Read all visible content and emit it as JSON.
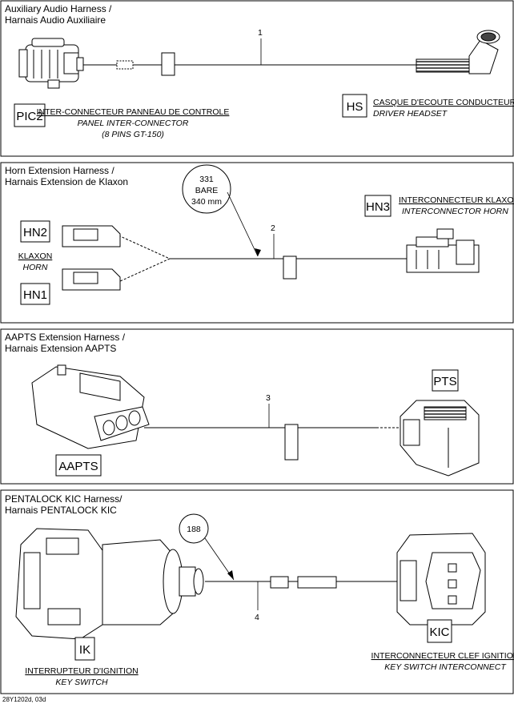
{
  "footer": "28Y1202d, 03d",
  "panels": [
    {
      "title_line1": "Auxiliary Audio Harness /",
      "title_line2": "Harnais Audio Auxiliaire",
      "item_number": "1",
      "connectors": [
        {
          "code": "PIC2",
          "label_fr": "INTER-CONNECTEUR PANNEAU DE CONTROLE",
          "label_en": "PANEL INTER-CONNECTOR",
          "label_extra": "(8 PINS GT-150)"
        },
        {
          "code": "HS",
          "label_fr": "CASQUE D'ECOUTE CONDUCTEUR",
          "label_en": "DRIVER HEADSET"
        }
      ]
    },
    {
      "title_line1": "Horn Extension Harness /",
      "title_line2": "Harnais Extension de Klaxon",
      "item_number": "2",
      "callout_line1": "331",
      "callout_line2": "BARE",
      "callout_line3": "340 mm",
      "connectors": [
        {
          "code": "HN2"
        },
        {
          "code": "HN1"
        },
        {
          "code": "HN3",
          "label_fr": "INTERCONNECTEUR KLAXON",
          "label_en": "INTERCONNECTOR HORN"
        }
      ],
      "horn_label_fr": "KLAXON",
      "horn_label_en": "HORN"
    },
    {
      "title_line1": "AAPTS Extension Harness /",
      "title_line2": "Harnais Extension AAPTS",
      "item_number": "3",
      "connectors": [
        {
          "code": "AAPTS"
        },
        {
          "code": "PTS"
        }
      ]
    },
    {
      "title_line1": "PENTALOCK KIC Harness/",
      "title_line2": "Harnais PENTALOCK KIC",
      "item_number": "4",
      "callout_line1": "188",
      "connectors": [
        {
          "code": "IK",
          "label_fr": "INTERRUPTEUR D'IGNITION",
          "label_en": "KEY SWITCH"
        },
        {
          "code": "KIC",
          "label_fr": "INTERCONNECTEUR CLEF IGNITION",
          "label_en": "KEY SWITCH INTERCONNECT"
        }
      ]
    }
  ]
}
